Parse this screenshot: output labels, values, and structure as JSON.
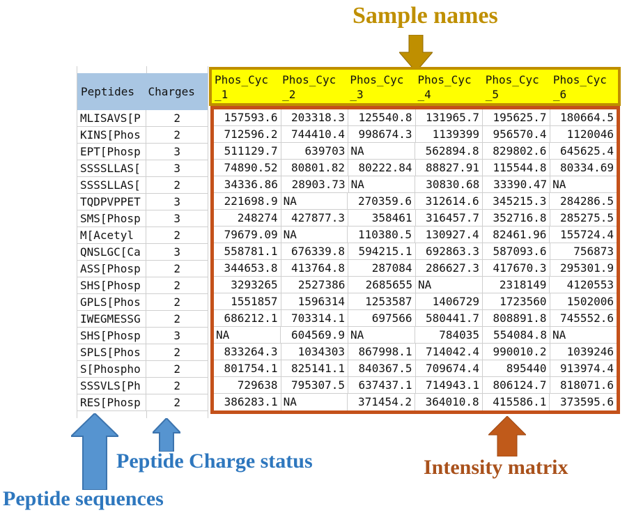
{
  "annotations": {
    "sample_names": "Sample names",
    "peptide_charge_status": "Peptide Charge status",
    "peptide_sequences": "Peptide sequences",
    "intensity_matrix": "Intensity matrix"
  },
  "colors": {
    "sample_annotation": "#BF8F00",
    "sample_header_fill": "#FFFF00",
    "left_header_fill": "#A9C6E3",
    "matrix_border": "#C4511A",
    "blue_annotation": "#2E77BE",
    "blue_arrow_fill": "#5694D0",
    "orange_annotation": "#A9511B",
    "orange_arrow_fill": "#C05A1A",
    "gridline": "#CFCFCF"
  },
  "icons": {
    "sample_names_arrow": "block-arrow-down",
    "peptide_sequences_arrow": "block-arrow-up",
    "charge_status_arrow": "block-arrow-up",
    "intensity_matrix_arrow": "block-arrow-up"
  },
  "table": {
    "peptides_header": "Peptides",
    "charges_header": "Charges",
    "na_text": "NA",
    "sample_headers": [
      {
        "line1": "Phos_Cyc",
        "line2": "_1"
      },
      {
        "line1": "Phos_Cyc",
        "line2": "_2"
      },
      {
        "line1": "Phos_Cyc",
        "line2": "_3"
      },
      {
        "line1": "Phos_Cyc",
        "line2": "_4"
      },
      {
        "line1": "Phos_Cyc",
        "line2": "_5"
      },
      {
        "line1": "Phos_Cyc",
        "line2": "_6"
      }
    ],
    "rows": [
      {
        "peptide": "MLISAVS[P",
        "charge": "2",
        "values": [
          "157593.6",
          "203318.3",
          "125540.8",
          "131965.7",
          "195625.7",
          "180664.5"
        ]
      },
      {
        "peptide": "KINS[Phos",
        "charge": "2",
        "values": [
          "712596.2",
          "744410.4",
          "998674.3",
          "1139399",
          "956570.4",
          "1120046"
        ]
      },
      {
        "peptide": "EPT[Phosp",
        "charge": "3",
        "values": [
          "511129.7",
          "639703",
          "NA",
          "562894.8",
          "829802.6",
          "645625.4"
        ]
      },
      {
        "peptide": "SSSSLLAS[",
        "charge": "3",
        "values": [
          "74890.52",
          "80801.82",
          "80222.84",
          "88827.91",
          "115544.8",
          "80334.69"
        ]
      },
      {
        "peptide": "SSSSLLAS[",
        "charge": "2",
        "values": [
          "34336.86",
          "28903.73",
          "NA",
          "30830.68",
          "33390.47",
          "NA"
        ]
      },
      {
        "peptide": "TQDPVPPET",
        "charge": "3",
        "values": [
          "221698.9",
          "NA",
          "270359.6",
          "312614.6",
          "345215.3",
          "284286.5"
        ]
      },
      {
        "peptide": "SMS[Phosp",
        "charge": "3",
        "values": [
          "248274",
          "427877.3",
          "358461",
          "316457.7",
          "352716.8",
          "285275.5"
        ]
      },
      {
        "peptide": "M[Acetyl",
        "charge": "2",
        "values": [
          "79679.09",
          "NA",
          "110380.5",
          "130927.4",
          "82461.96",
          "155724.4"
        ]
      },
      {
        "peptide": "QNSLGC[Ca",
        "charge": "3",
        "values": [
          "558781.1",
          "676339.8",
          "594215.1",
          "692863.3",
          "587093.6",
          "756873"
        ]
      },
      {
        "peptide": "ASS[Phosp",
        "charge": "2",
        "values": [
          "344653.8",
          "413764.8",
          "287084",
          "286627.3",
          "417670.3",
          "295301.9"
        ]
      },
      {
        "peptide": "SHS[Phosp",
        "charge": "2",
        "values": [
          "3293265",
          "2527386",
          "2685655",
          "NA",
          "2318149",
          "4120553"
        ]
      },
      {
        "peptide": "GPLS[Phos",
        "charge": "2",
        "values": [
          "1551857",
          "1596314",
          "1253587",
          "1406729",
          "1723560",
          "1502006"
        ]
      },
      {
        "peptide": "IWEGMESSG",
        "charge": "2",
        "values": [
          "686212.1",
          "703314.1",
          "697566",
          "580441.7",
          "808891.8",
          "745552.6"
        ]
      },
      {
        "peptide": "SHS[Phosp",
        "charge": "3",
        "values": [
          "NA",
          "604569.9",
          "NA",
          "784035",
          "554084.8",
          "NA"
        ]
      },
      {
        "peptide": "SPLS[Phos",
        "charge": "2",
        "values": [
          "833264.3",
          "1034303",
          "867998.1",
          "714042.4",
          "990010.2",
          "1039246"
        ]
      },
      {
        "peptide": "S[Phospho",
        "charge": "2",
        "values": [
          "801754.1",
          "825141.1",
          "840367.5",
          "709674.4",
          "895440",
          "913974.4"
        ]
      },
      {
        "peptide": "SSSVLS[Ph",
        "charge": "2",
        "values": [
          "729638",
          "795307.5",
          "637437.1",
          "714943.1",
          "806124.7",
          "818071.6"
        ]
      },
      {
        "peptide": "RES[Phosp",
        "charge": "2",
        "values": [
          "386283.1",
          "NA",
          "371454.2",
          "364010.8",
          "415586.1",
          "373595.6"
        ]
      }
    ]
  }
}
